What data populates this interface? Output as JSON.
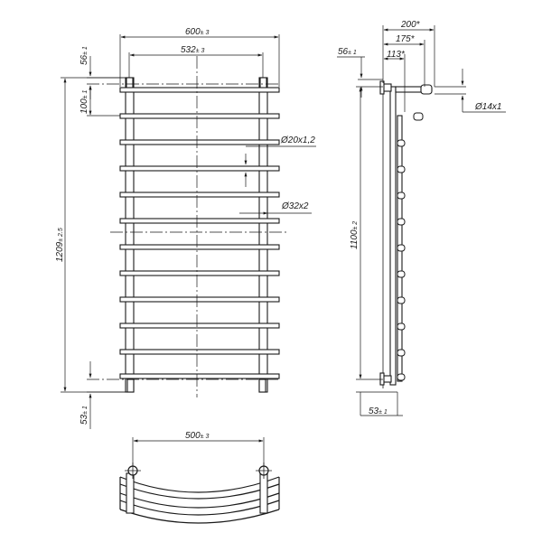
{
  "dimensions": {
    "overall_width": "600",
    "overall_width_tol": "± 3",
    "mount_width": "532",
    "mount_width_tol": "± 3",
    "top_offset": "56",
    "top_offset_tol": "± 1",
    "pitch": "100",
    "pitch_tol": "± 1",
    "overall_height": "1209",
    "overall_height_tol": "± 2.5",
    "bottom_offset": "53",
    "bottom_offset_tol": "± 1",
    "rung_pipe": "Ø20x1,2",
    "riser_pipe": "Ø32x2",
    "side_depth_total": "200*",
    "side_depth_mid": "175*",
    "side_depth_wall": "113*",
    "side_top_offset": "56",
    "side_top_offset_tol": "± 1",
    "mount_pin": "Ø14x1",
    "side_height": "1100",
    "side_height_tol": "± 2",
    "side_bottom_offset": "53",
    "side_bottom_offset_tol": "± 1",
    "top_view_width": "500",
    "top_view_width_tol": "± 3"
  }
}
